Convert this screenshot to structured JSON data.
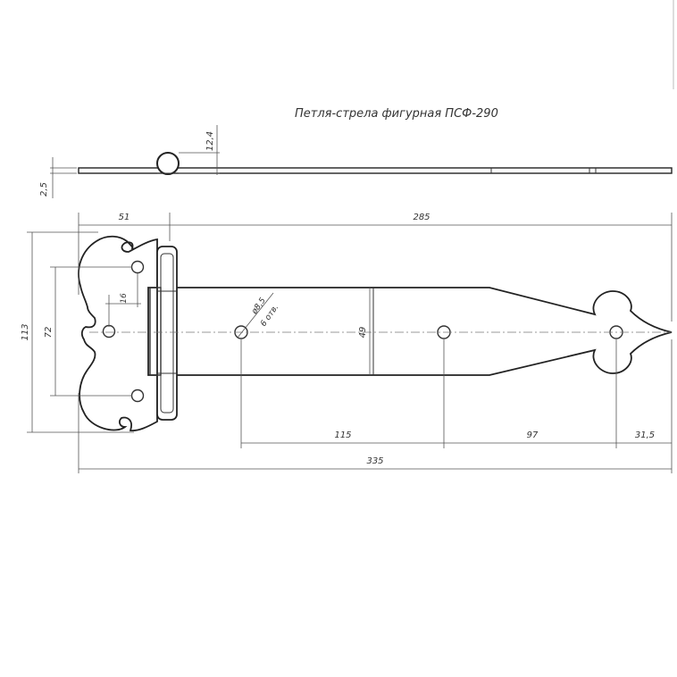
{
  "title": "Петля-стрела фигурная ПСФ-290",
  "dimensions": {
    "side_height": "12,4",
    "side_thickness": "2,5",
    "leaf_width": "51",
    "strap_length": "285",
    "total_height": "113",
    "hole_spacing_vertical": "72",
    "hole_offset": "16",
    "hole_diameter": "ø8,5",
    "hole_count": "6 отв.",
    "strap_width": "49",
    "dist_1": "115",
    "dist_2": "97",
    "dist_3": "31,5",
    "overall_length": "335"
  }
}
